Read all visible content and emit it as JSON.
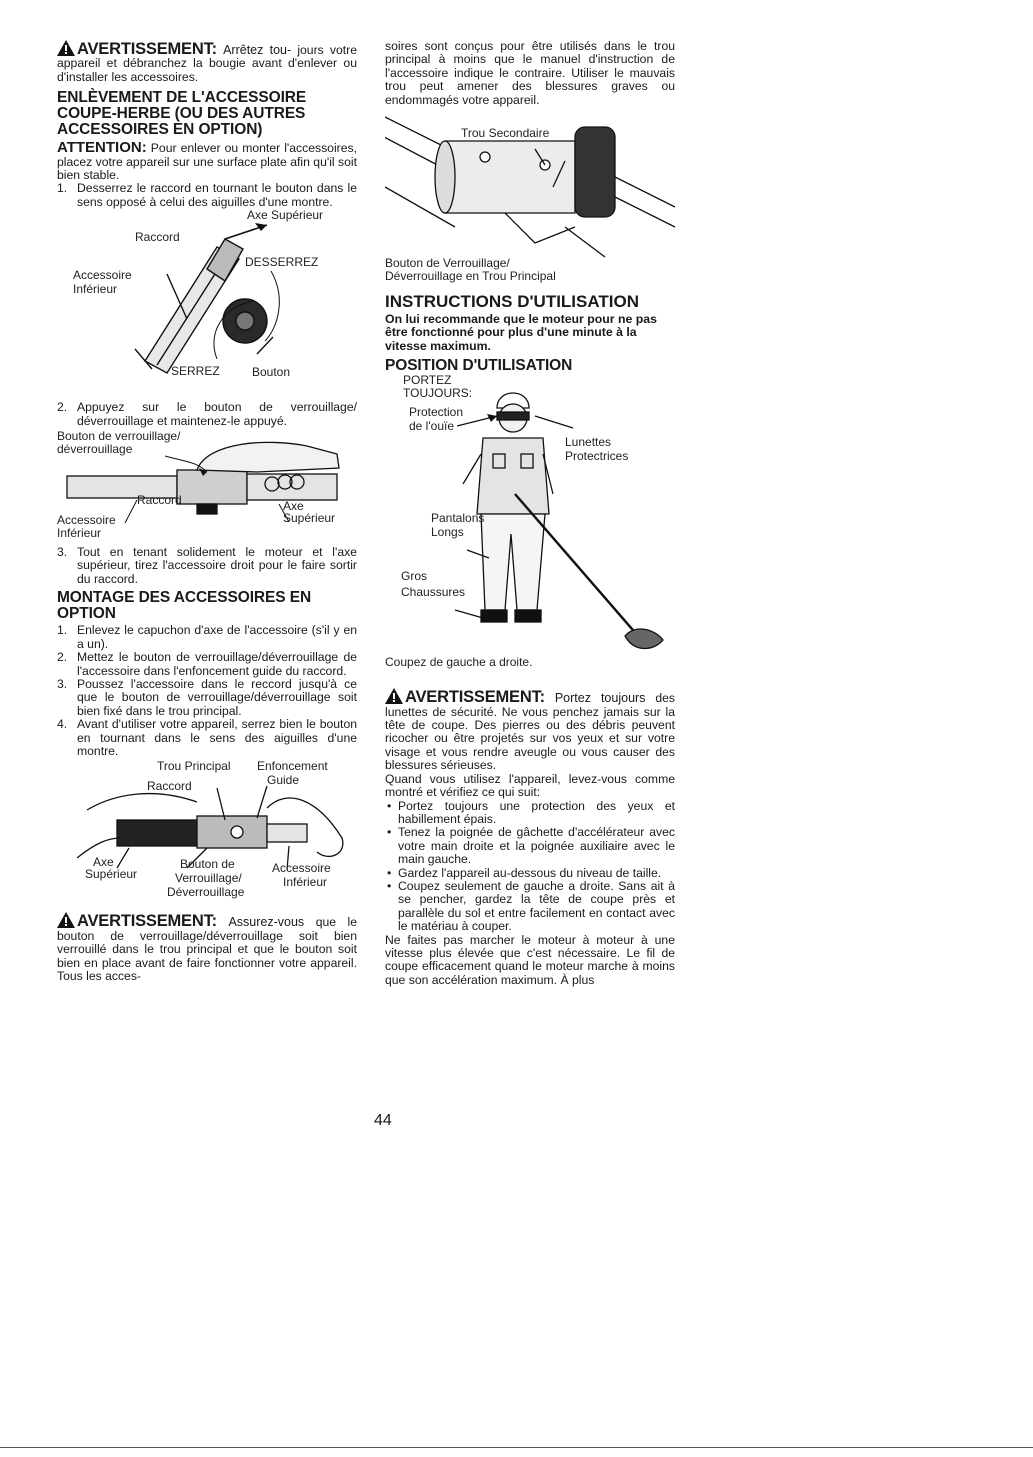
{
  "left": {
    "warn1": {
      "title": "AVERTISSEMENT:",
      "head": "Arrêtez tou-",
      "body": "jours votre appareil et débranchez la bougie avant d'enlever ou d'installer les accessoires."
    },
    "heading1": "ENLÈVEMENT DE L'ACCESSOIRE COUPE-HERBE (OU DES AUTRES ACCESSOIRES EN OPTION)",
    "attention": {
      "label": "ATTENTION:",
      "text": "Pour enlever ou monter l'accessoires, placez votre appareil sur une surface plate afin qu'il soit bien stable."
    },
    "steps1": [
      {
        "n": "1.",
        "text": "Desserrez le raccord en tournant le bouton dans le sens opposé à celui des aiguilles d'une montre."
      }
    ],
    "fig1": {
      "axe": "Axe Supérieur",
      "raccord": "Raccord",
      "desserrez": "DESSERREZ",
      "accessoire": "Accessoire",
      "inferieur": "Inférieur",
      "serrez": "SERREZ",
      "bouton": "Bouton"
    },
    "steps2": [
      {
        "n": "2.",
        "text": "Appuyez sur le bouton de verrouillage/ déverrouillage et maintenez-le appuyé."
      }
    ],
    "fig2": {
      "bouton1": "Bouton de verrouillage/",
      "bouton2": "déverrouillage",
      "raccord": "Raccord",
      "axe": "Axe",
      "superieur": "Supérieur",
      "accessoire": "Accessoire",
      "inferieur": "Inférieur"
    },
    "steps3": [
      {
        "n": "3.",
        "text": "Tout en tenant solidement le moteur et l'axe supérieur, tirez l'accessoire droit pour le faire sortir du raccord."
      }
    ],
    "heading2": "MONTAGE DES ACCESSOIRES EN OPTION",
    "steps4": [
      {
        "n": "1.",
        "text": "Enlevez le capuchon d'axe de l'accessoire (s'il y en a un)."
      },
      {
        "n": "2.",
        "text": "Mettez le bouton de verrouillage/déverrouillage de l'accessoire dans l'enfoncement guide du raccord."
      },
      {
        "n": "3.",
        "text": "Poussez l'accessoire dans le reccord jusqu'à ce que le bouton de verrouillage/déverrouillage soit bien fixé dans le trou principal."
      },
      {
        "n": "4.",
        "text": "Avant d'utiliser votre appareil, serrez bien le bouton en tournant dans le sens des aiguilles d'une montre."
      }
    ],
    "fig3": {
      "trou": "Trou Principal",
      "enfoncement": "Enfoncement",
      "guide": "Guide",
      "raccord": "Raccord",
      "axe": "Axe",
      "superieur": "Supérieur",
      "boutonde": "Bouton de",
      "verrouillage": "Verrouillage/",
      "deverrouillage": "Déverrouillage",
      "accessoire": "Accessoire",
      "inferieur": "Inférieur"
    },
    "warn2": {
      "title": "AVERTISSEMENT:",
      "head": "Assurez-vous",
      "body": "que le bouton de verrouillage/déverrouillage soit bien verrouillé dans le trou principal et que le bouton soit bien en place avant de faire fonctionner votre appareil. Tous les acces-"
    }
  },
  "right": {
    "cont": "soires sont conçus pour être utilisés dans le trou principal à moins que le manuel d'instruction de l'accessoire indique le contraire. Utiliser le mauvais trou peut amener des blessures graves ou endommagés votre appareil.",
    "fig4": {
      "trou": "Trou Secondaire",
      "bouton1": "Bouton de Verrouillage/",
      "bouton2": "Déverrouillage en Trou Principal"
    },
    "heading3": "INSTRUCTIONS D'UTILISATION",
    "recommend": "On lui recommande que le moteur pour ne pas être fonctionné pour plus d'une minute à la vitesse maximum.",
    "heading4": "POSITION D'UTILISATION",
    "fig5": {
      "portez": "PORTEZ",
      "toujours": "TOUJOURS:",
      "protection": "Protection",
      "ouie": "de l'ouïe",
      "lunettes": "Lunettes",
      "protectrices": "Protectrices",
      "pantalons": "Pantalons",
      "longs": "Longs",
      "gros": "Gros",
      "chaussures": "Chaussures",
      "coupez": "Coupez de gauche a droite."
    },
    "warn3": {
      "title": "AVERTISSEMENT:",
      "head": "Portez toujours",
      "body": "des lunettes de sécurité. Ne vous penchez jamais sur la tête de coupe. Des pierres ou des débris peuvent ricocher ou être projetés sur vos yeux et sur votre visage et vous rendre aveugle ou vous causer des blessures sérieuses."
    },
    "quand": "Quand vous utilisez l'appareil, levez-vous comme montré et vérifiez ce qui suit:",
    "bullets": [
      "Portez toujours une protection des yeux et habillement épais.",
      "Tenez la poignée de gâchette d'accélérateur avec votre main droite et la poignée auxiliaire avec le main gauche.",
      "Gardez l'appareil au-dessous du niveau de taille.",
      "Coupez seulement de gauche a droite. Sans ait à se pencher, gardez la tête de coupe près et parallèle du sol et entre facilement en contact avec le matériau à couper."
    ],
    "final": "Ne faites pas marcher le moteur à moteur à une vitesse plus élevée que c'est nécessaire. Le fil de coupe efficacement quand le moteur marche à moins que son accélération maximum. À plus"
  },
  "page_number": "44"
}
